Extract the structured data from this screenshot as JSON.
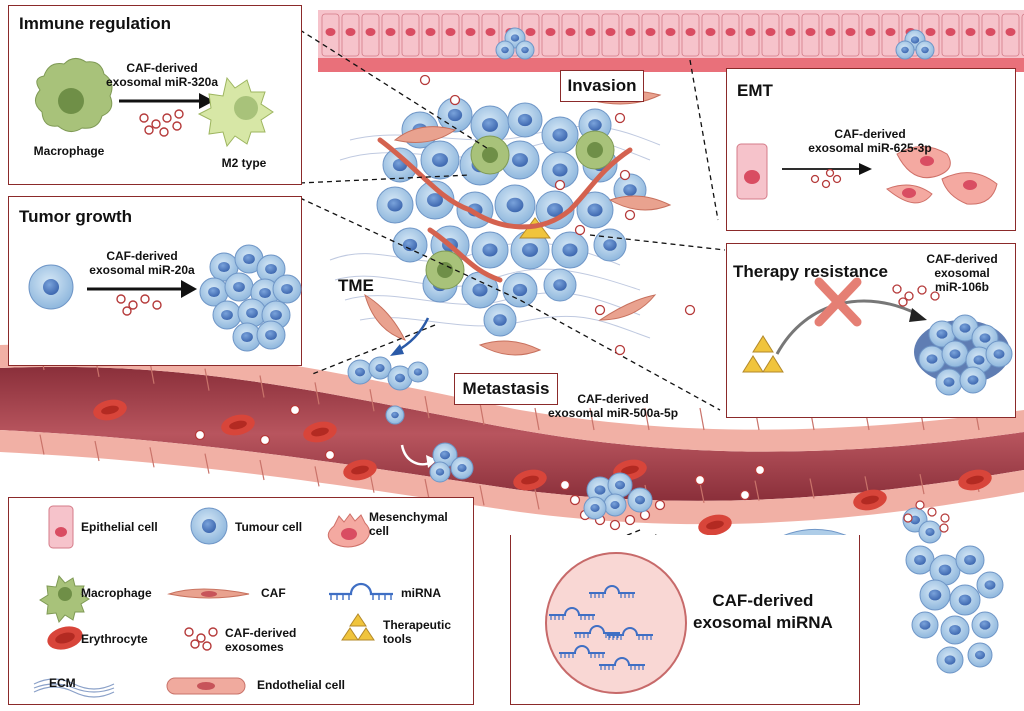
{
  "panels": {
    "immune": {
      "title": "Immune regulation",
      "mirna": "CAF-derived\nexosomal  miR-320a",
      "from": "Macrophage",
      "to": "M2 type"
    },
    "growth": {
      "title": "Tumor growth",
      "mirna": "CAF-derived\nexosomal miR-20a"
    },
    "emt": {
      "title": "EMT",
      "mirna": "CAF-derived\nexosomal miR-625-3p"
    },
    "therapy": {
      "title": "Therapy resistance",
      "mirna": "CAF-derived\nexosomal\nmiR-106b"
    },
    "zoom": {
      "title": "CAF-derived\nexosomal miRNA"
    }
  },
  "center": {
    "invasion": "Invasion",
    "tme": "TME",
    "metastasis": "Metastasis",
    "metastasis_mirna": "CAF-derived\nexosomal  miR-500a-5p"
  },
  "legend": {
    "items": [
      {
        "icon": "epithelial-cell-icon",
        "label": "Epithelial cell"
      },
      {
        "icon": "tumour-cell-icon",
        "label": "Tumour cell"
      },
      {
        "icon": "mesenchymal-cell-icon",
        "label": "Mesenchymal\ncell"
      },
      {
        "icon": "macrophage-icon",
        "label": "Macrophage"
      },
      {
        "icon": "caf-icon",
        "label": "CAF"
      },
      {
        "icon": "mirna-icon",
        "label": "miRNA"
      },
      {
        "icon": "erythrocyte-icon",
        "label": "Erythrocyte"
      },
      {
        "icon": "exosome-icon",
        "label": "CAF-derived\nexosomes"
      },
      {
        "icon": "therapeutic-tools-icon",
        "label": "Therapeutic\ntools"
      },
      {
        "icon": "ecm-icon",
        "label": "ECM"
      },
      {
        "icon": "endothelial-cell-icon",
        "label": "Endothelial cell"
      }
    ]
  },
  "colors": {
    "border": "#8b2a2a",
    "tumour": "#aecde8",
    "nucleus": "#4f7fc4",
    "macrophage": "#a8c27a",
    "caf": "#e9a28f",
    "epithelial": "#f2a7b4",
    "erythrocyte": "#d8453a",
    "vessel": "#a3404a",
    "endothelial": "#f0aa9e",
    "therapeutic": "#f0c43c"
  }
}
